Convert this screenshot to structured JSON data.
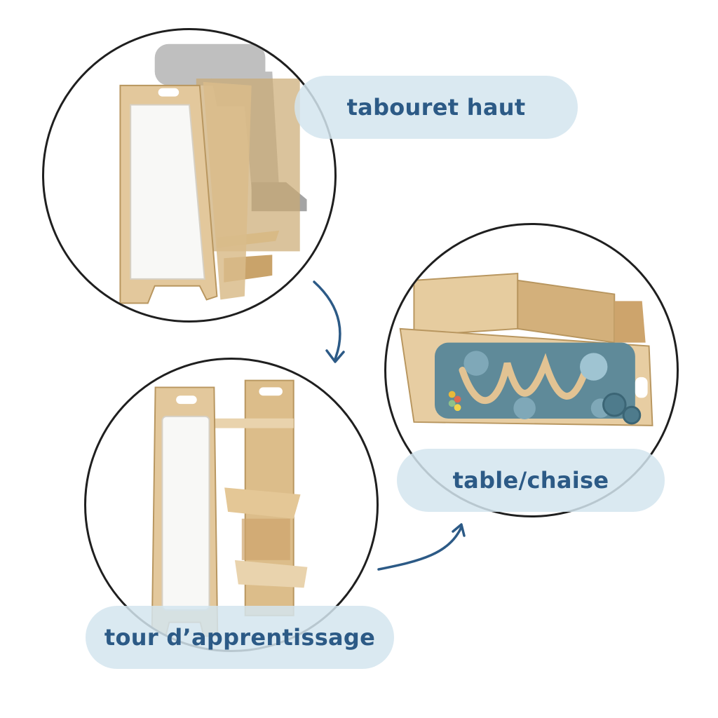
{
  "labels": {
    "high_stool": "tabouret haut",
    "table_chair": "table/chaise",
    "learning_tower": "tour d’apprentissage"
  },
  "colors": {
    "label_text": "#2c5a86",
    "label_bg": "#d4e5ee",
    "arrow": "#2c5a86",
    "wood": "#e2c79a",
    "board": "#5e8a99"
  }
}
